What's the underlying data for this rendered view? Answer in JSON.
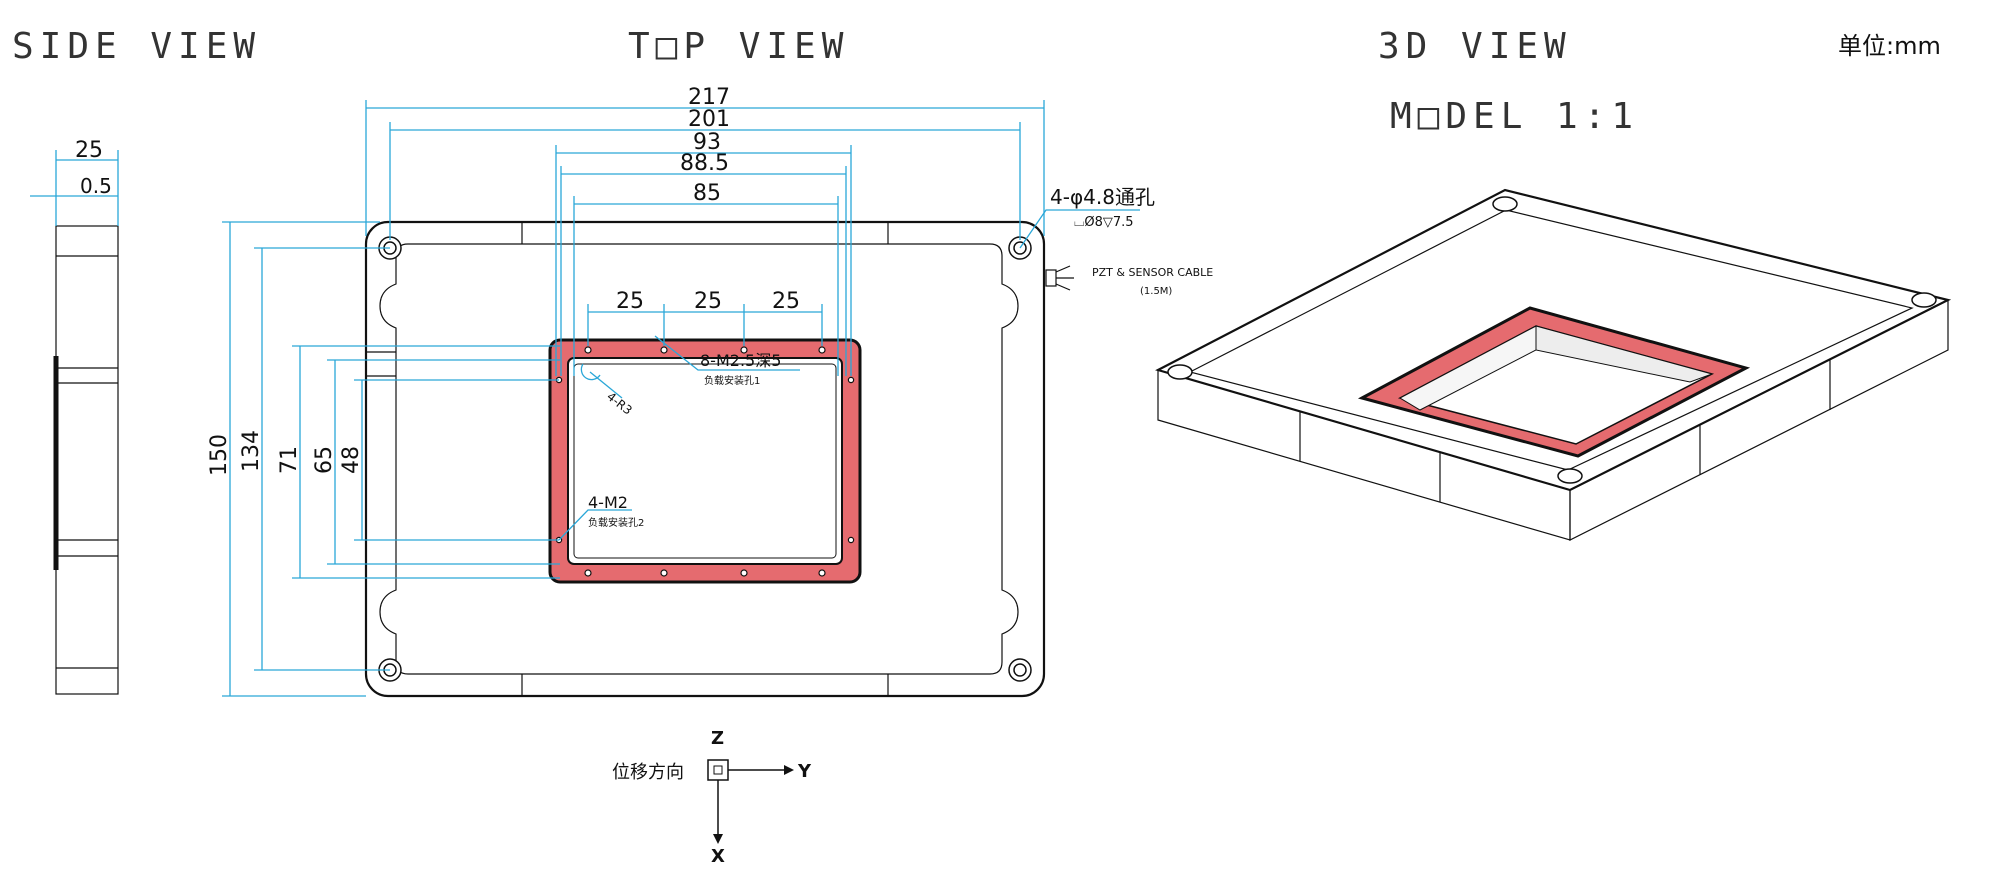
{
  "titles": {
    "side_view": "SIDE VIEW",
    "top_view": "T□P VIEW",
    "view_3d": "3D VIEW",
    "model": "M□DEL 1:1",
    "unit": "单位:mm"
  },
  "side_dims": {
    "width": "25",
    "offset": "0.5"
  },
  "top_dims": {
    "w217": "217",
    "w201": "201",
    "w93": "93",
    "w88_5": "88.5",
    "w85": "85",
    "p25a": "25",
    "p25b": "25",
    "p25c": "25",
    "h150": "150",
    "h134": "134",
    "h71": "71",
    "h65": "65",
    "h48": "48"
  },
  "annotations": {
    "through_hole": "4-φ4.8通孔",
    "counterbore": "⌴Ø8▽7.5",
    "cable": "PZT & SENSOR CABLE",
    "cable_len": "(1.5M)",
    "m25": "8-M2.5深5",
    "m25_sub": "负载安装孔1",
    "radius": "4-R3",
    "m2": "4-M2",
    "m2_sub": "负载安装孔2"
  },
  "axes": {
    "label": "位移方向",
    "z": "Z",
    "y": "Y",
    "x": "X"
  }
}
